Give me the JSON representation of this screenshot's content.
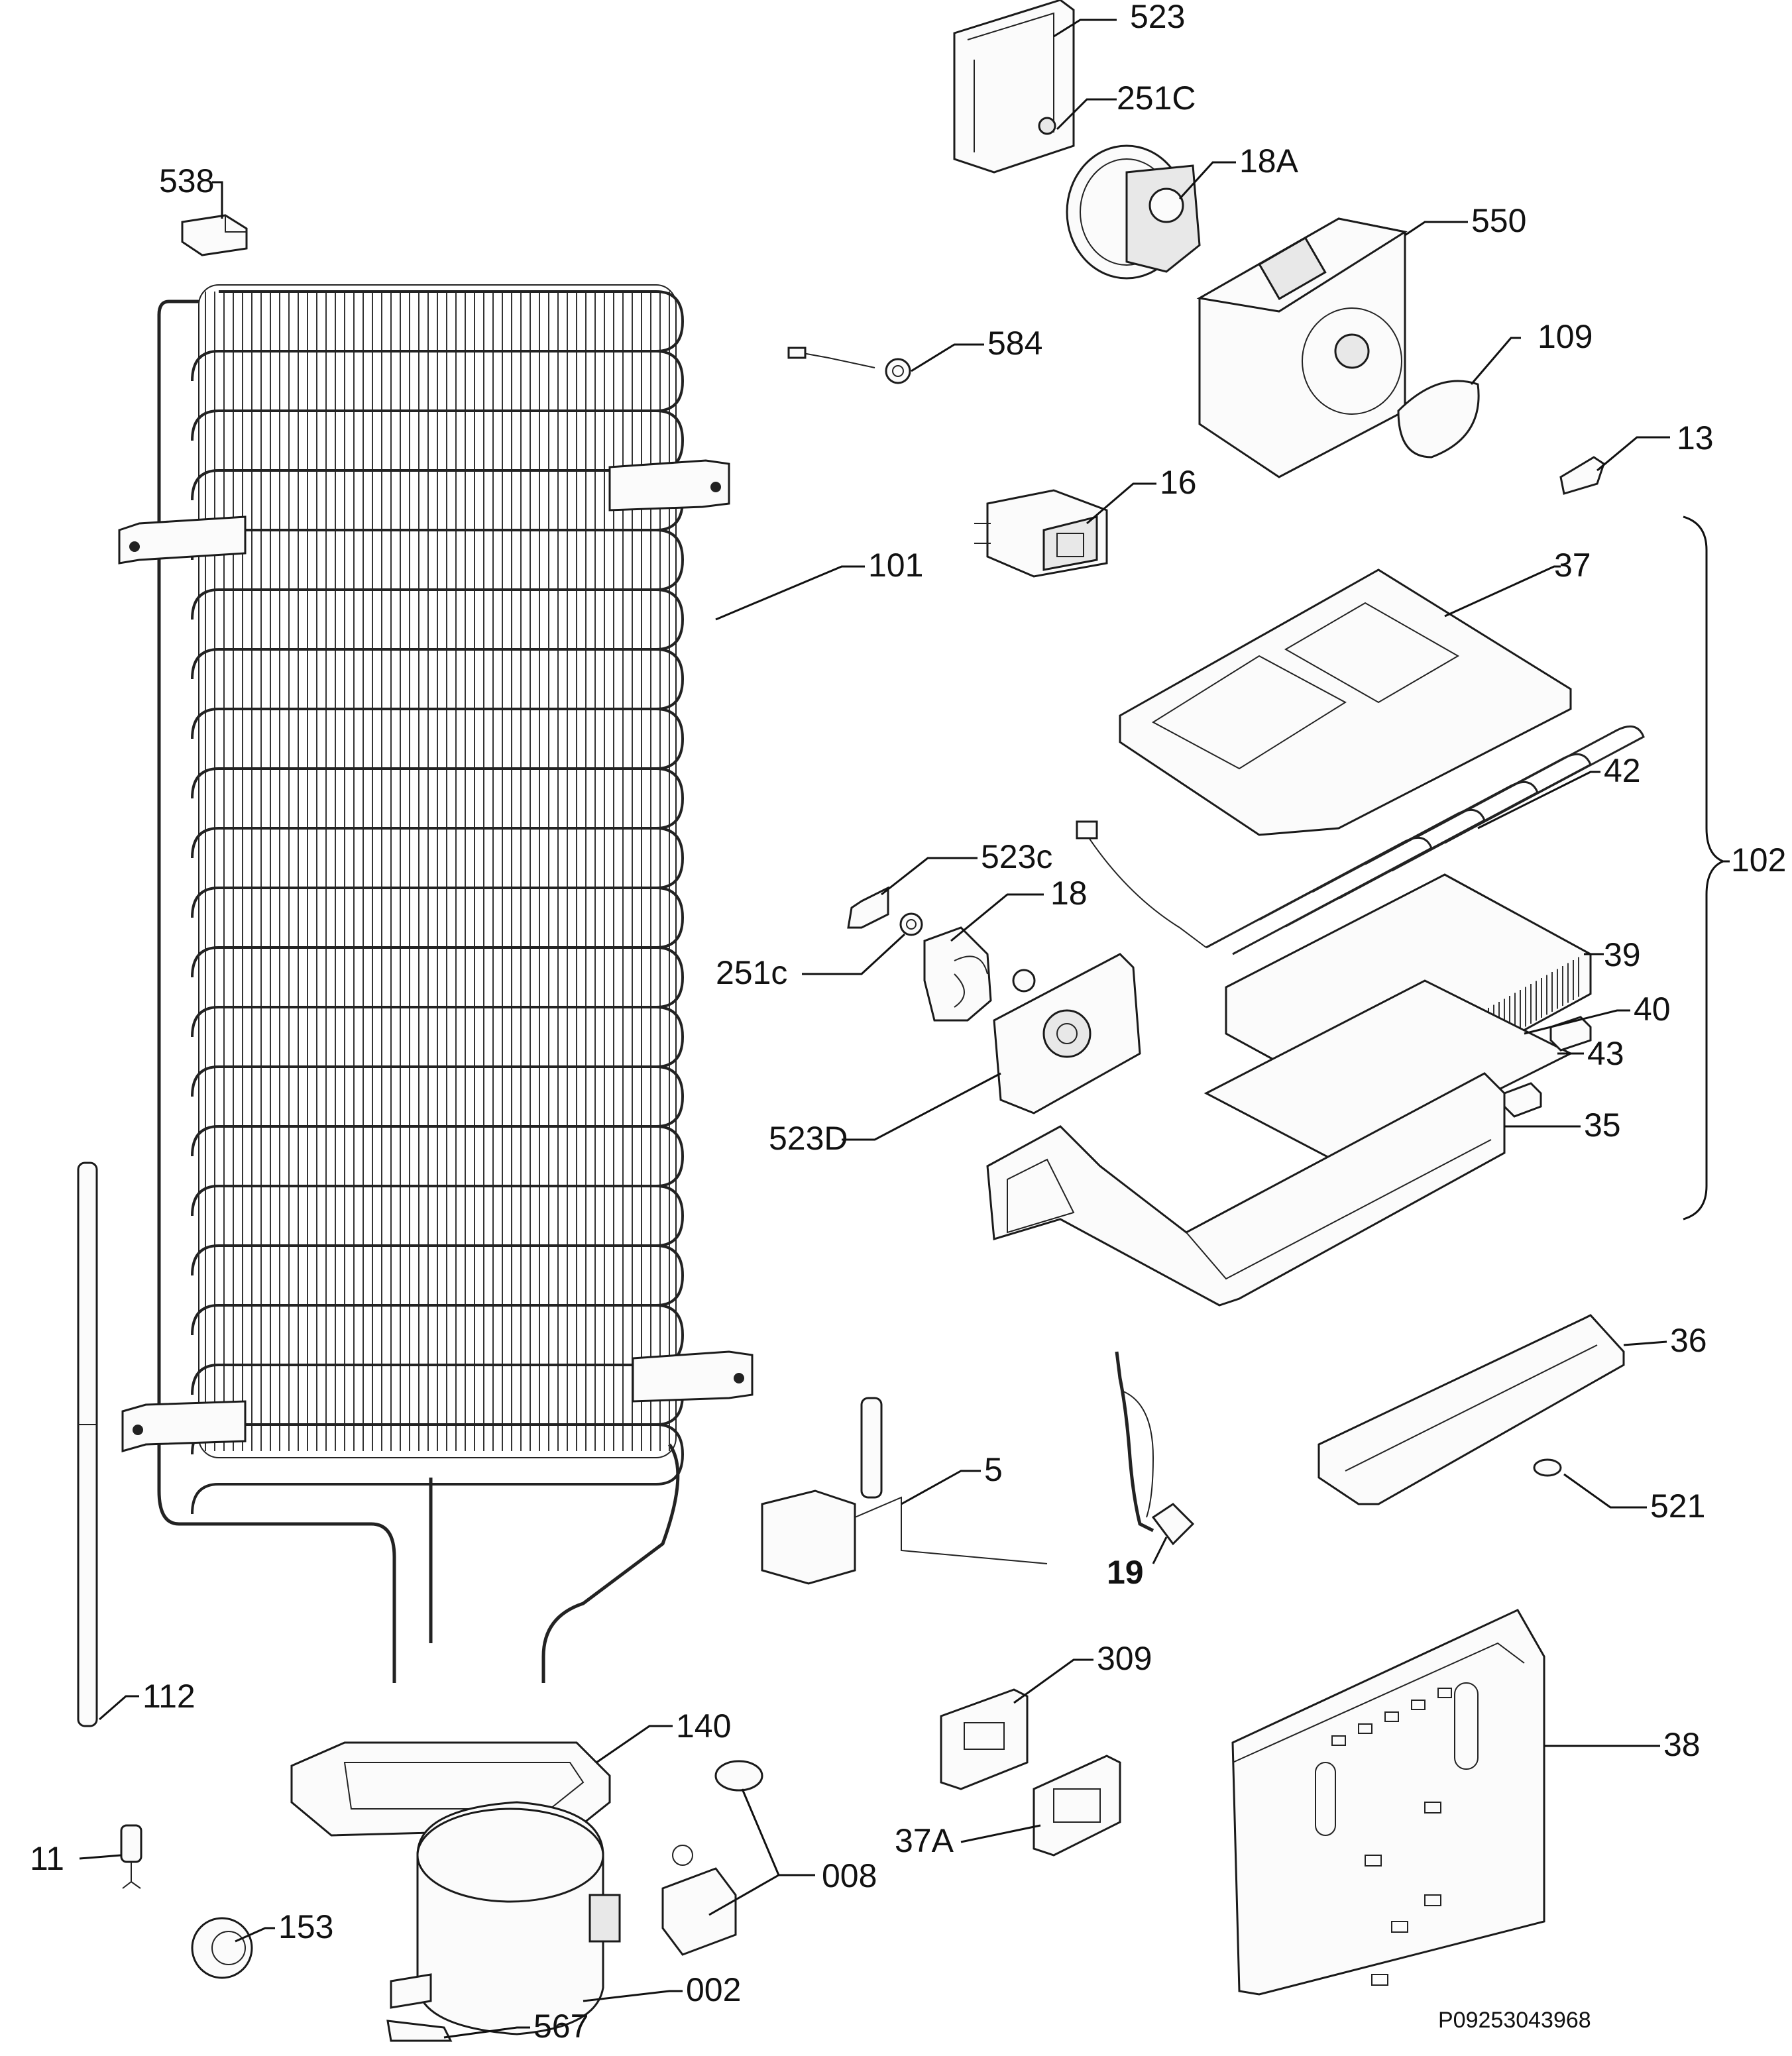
{
  "diagram": {
    "code": "P09253043968",
    "labels": {
      "l523": "523",
      "l251C_top": "251C",
      "l18A": "18A",
      "l550": "550",
      "l538": "538",
      "l584": "584",
      "l109": "109",
      "l13": "13",
      "l16": "16",
      "l101": "101",
      "l37": "37",
      "l42": "42",
      "l102": "102",
      "l523c": "523c",
      "l18": "18",
      "l251c_mid": "251c",
      "l39": "39",
      "l40": "40",
      "l43": "43",
      "l523D": "523D",
      "l35": "35",
      "l36": "36",
      "l5": "5",
      "l521": "521",
      "l19": "19",
      "l112": "112",
      "l309": "309",
      "l140": "140",
      "l38": "38",
      "l37A": "37A",
      "l11": "11",
      "l008": "008",
      "l153": "153",
      "l002": "002",
      "l567": "567"
    }
  }
}
